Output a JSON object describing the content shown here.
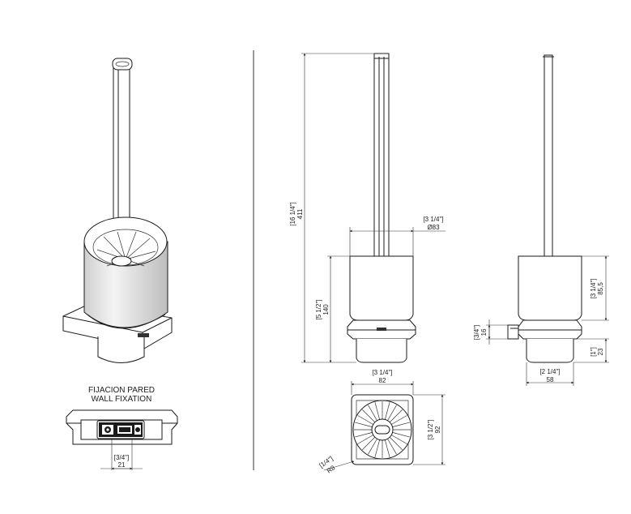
{
  "labels": {
    "wall_fixation_es": "FIJACION PARED",
    "wall_fixation_en": "WALL FIXATION"
  },
  "dimensions": {
    "mount_width_in": "[3/4\"]",
    "mount_width_mm": "21",
    "total_height_in": "[16 1/4\"]",
    "total_height_mm": "411",
    "diameter_in": "[3 1/4\"]",
    "diameter_mm": "Ø83",
    "cup_height_in": "[5 1/2\"]",
    "cup_height_mm": "140",
    "top_width_in": "[3 1/4\"]",
    "top_width_mm": "82",
    "top_depth_in": "[3 1/2\"]",
    "top_depth_mm": "92",
    "radius_in": "[1/4\"]",
    "radius_mm": "R8",
    "side_height_in": "[3 1/4\"]",
    "side_height_mm": "85,5",
    "bracket_in": "[3/4\"]",
    "bracket_mm": "16",
    "bottom_in": "[1\"]",
    "bottom_mm": "23",
    "base_width_in": "[2 1/4\"]",
    "base_width_mm": "58"
  }
}
